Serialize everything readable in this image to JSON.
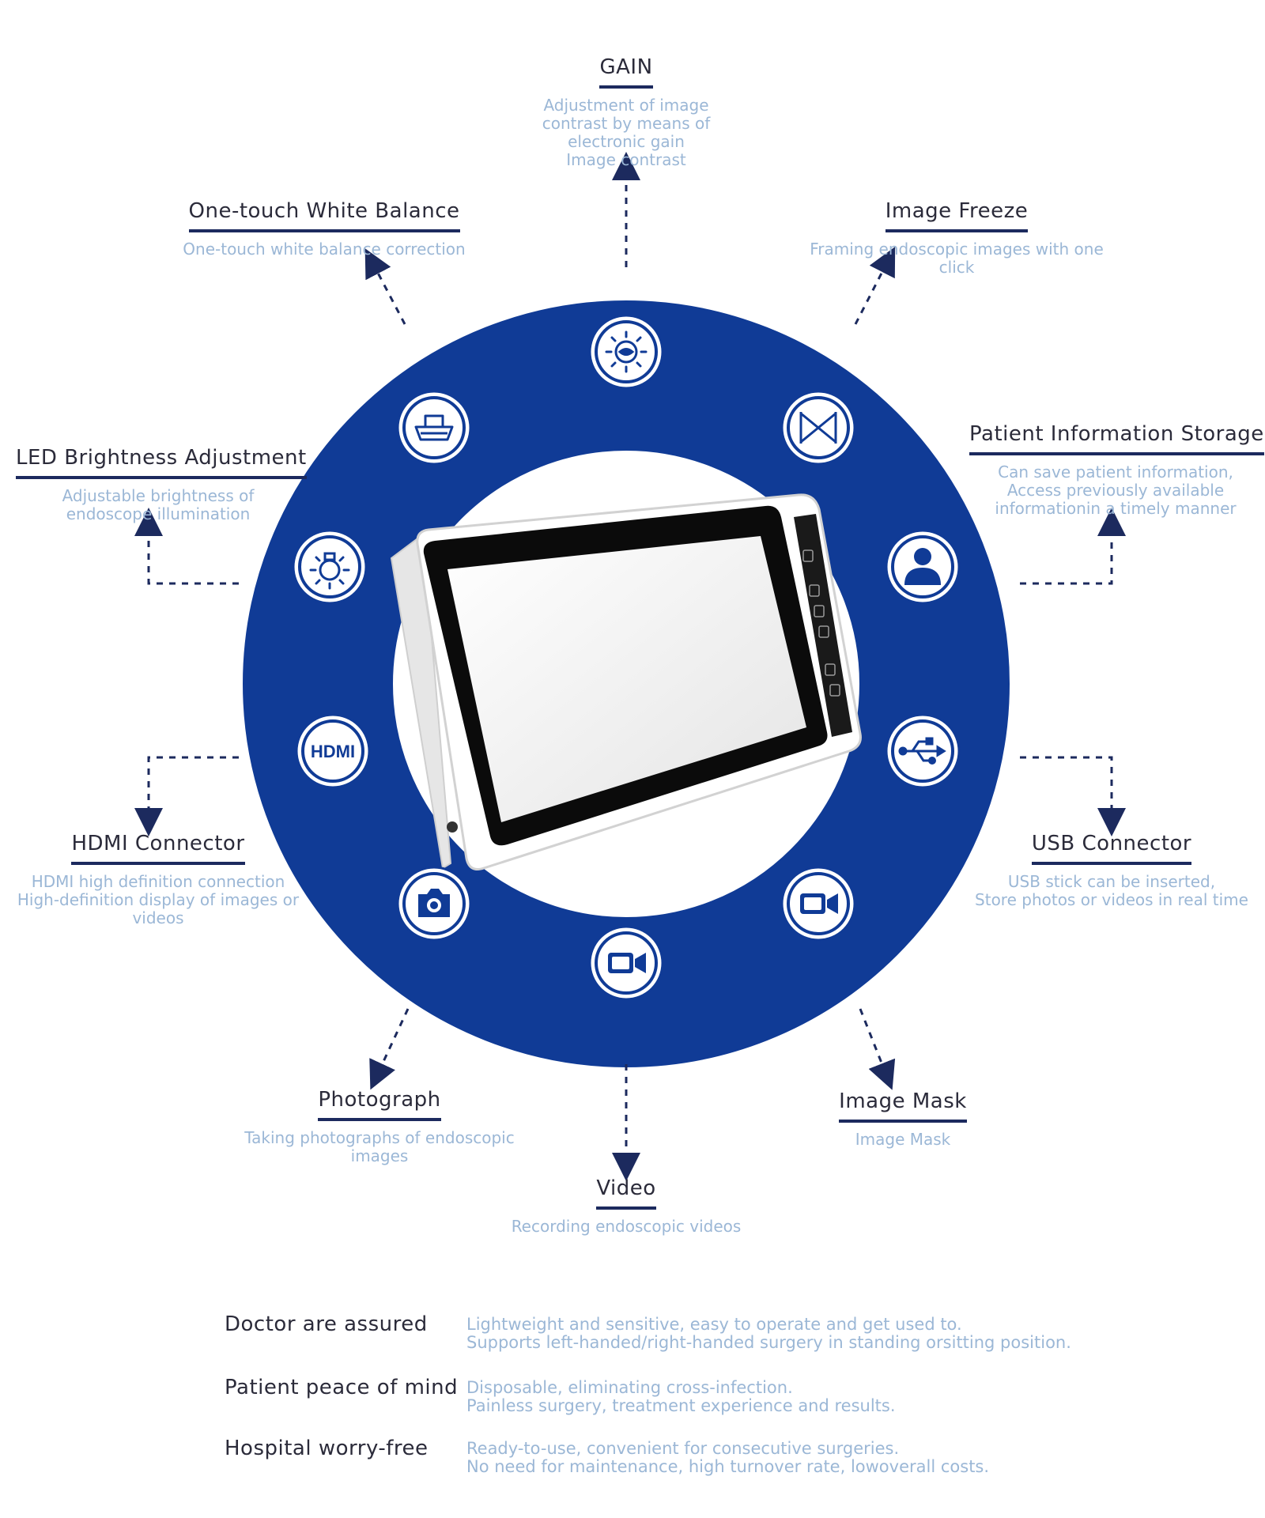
{
  "features": {
    "gain": {
      "title": "GAIN",
      "desc": [
        "Adjustment of image",
        "contrast by means of",
        "electronic gain",
        "Image contrast"
      ],
      "icon": "sun-eye-icon"
    },
    "white_balance": {
      "title": "One-touch White Balance",
      "desc": [
        "One-touch white balance correction"
      ],
      "icon": "white-balance-icon"
    },
    "image_freeze": {
      "title": "Image Freeze",
      "desc": [
        "Framing endoscopic images with one click"
      ],
      "icon": "bowtie-icon"
    },
    "led_brightness": {
      "title": "LED Brightness Adjustment",
      "desc": [
        "Adjustable brightness of",
        "endoscope illumination"
      ],
      "icon": "bulb-icon"
    },
    "patient_info": {
      "title": "Patient Information Storage",
      "desc": [
        "Can save patient information,",
        "Access previously available",
        "informationin a timely manner"
      ],
      "icon": "user-icon"
    },
    "hdmi": {
      "title": "HDMI Connector",
      "desc": [
        "HDMI high definition connection",
        "High-definition display of images or",
        "videos"
      ],
      "icon": "hdmi-icon",
      "icon_text": "HDMI"
    },
    "usb": {
      "title": "USB Connector",
      "desc": [
        "USB stick can be inserted,",
        "Store photos or videos in real time"
      ],
      "icon": "usb-icon"
    },
    "photograph": {
      "title": "Photograph",
      "desc": [
        "Taking photographs of endoscopic images"
      ],
      "icon": "camera-icon"
    },
    "image_mask": {
      "title": "Image Mask",
      "desc": [
        "Image Mask"
      ],
      "icon": "video-camera-icon"
    },
    "video": {
      "title": "Video",
      "desc": [
        "Recording endoscopic videos"
      ],
      "icon": "video-camera-icon"
    }
  },
  "benefits": [
    {
      "label": "Doctor are assured",
      "desc": [
        "Lightweight and sensitive, easy to operate and get used to.",
        "Supports left-handed/right-handed surgery in standing orsitting position."
      ]
    },
    {
      "label": "Patient peace of mind",
      "desc": [
        "Disposable, eliminating cross-infection.",
        "Painless surgery, treatment experience and results."
      ]
    },
    {
      "label": "Hospital worry-free",
      "desc": [
        "Ready-to-use, convenient for consecutive surgeries.",
        "No need for maintenance, high turnover rate, lowoverall costs."
      ]
    }
  ],
  "colors": {
    "ring": "#103b96",
    "title": "#2b2b3a",
    "desc": "#9bb7d6",
    "accent": "#1c2a5e"
  }
}
